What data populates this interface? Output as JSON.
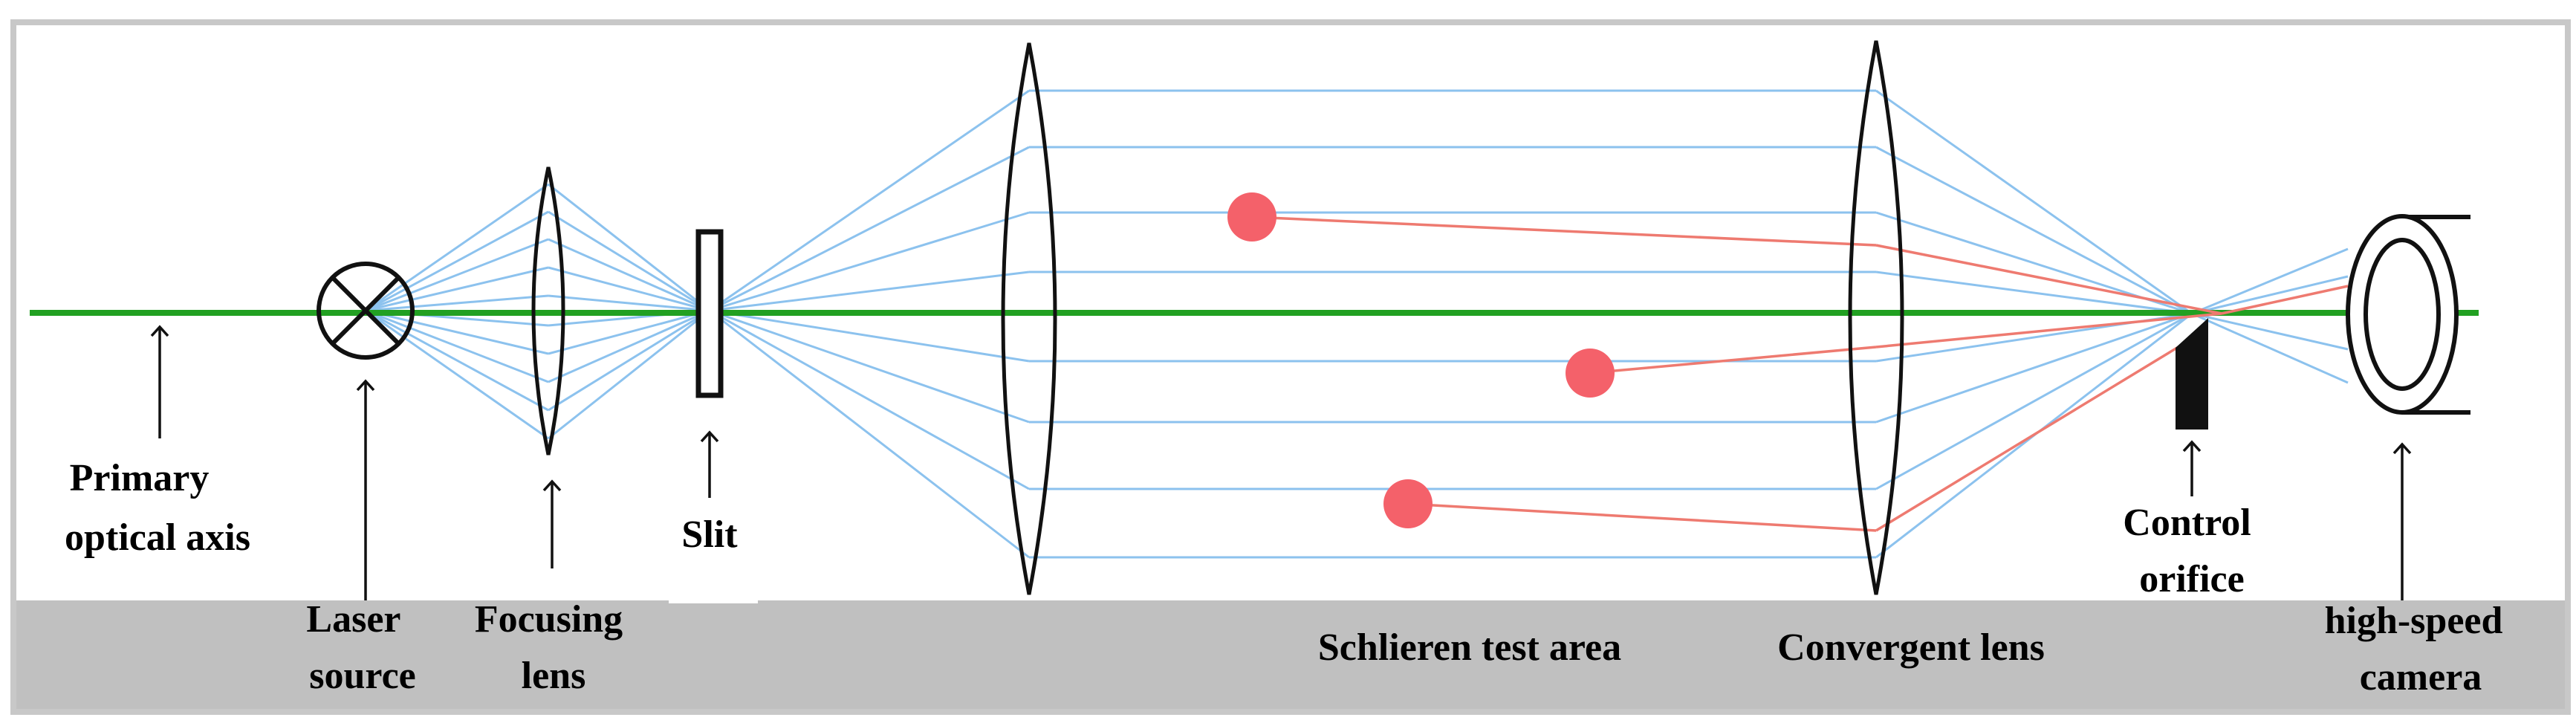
{
  "colors": {
    "frame": "#c8c8c8",
    "band": "#c0c0c0",
    "axis": "#22a022",
    "ray": "#8cc2ee",
    "red_ray": "#ee7a70",
    "particle": "#f4616a",
    "ink": "#111111"
  },
  "labels": {
    "primary_axis": [
      "Primary",
      "optical axis"
    ],
    "laser": [
      "Laser",
      "source"
    ],
    "focusing": [
      "Focusing",
      "lens"
    ],
    "slit": [
      "Slit"
    ],
    "test_area": [
      "Schlieren test area"
    ],
    "convergent": [
      "Convergent lens"
    ],
    "orifice": [
      "Control",
      "orifice"
    ],
    "camera": [
      "high-speed",
      "camera"
    ]
  }
}
